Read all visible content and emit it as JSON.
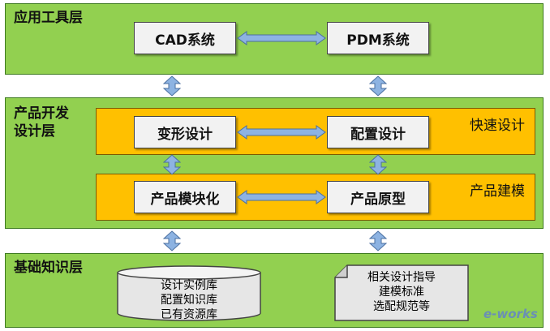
{
  "layers": {
    "app": {
      "title": "应用工具层",
      "box_left": "CAD系统",
      "box_right": "PDM系统"
    },
    "product": {
      "title_line1": "产品开发",
      "title_line2": "设计层",
      "band1": {
        "label": "快速设计",
        "box_left": "变形设计",
        "box_right": "配置设计"
      },
      "band2": {
        "label": "产品建模",
        "box_left": "产品模块化",
        "box_right": "产品原型"
      }
    },
    "base": {
      "title": "基础知识层",
      "db_lines": [
        "设计实例库",
        "配置知识库",
        "已有资源库"
      ],
      "doc_lines": [
        "相关设计指导",
        "建模标准",
        "选配规范等"
      ]
    }
  },
  "watermark": "e-works",
  "colors": {
    "layer": "#92d050",
    "band": "#ffc000",
    "box": "#f2f2f2",
    "arrow": "#8db3e2"
  }
}
